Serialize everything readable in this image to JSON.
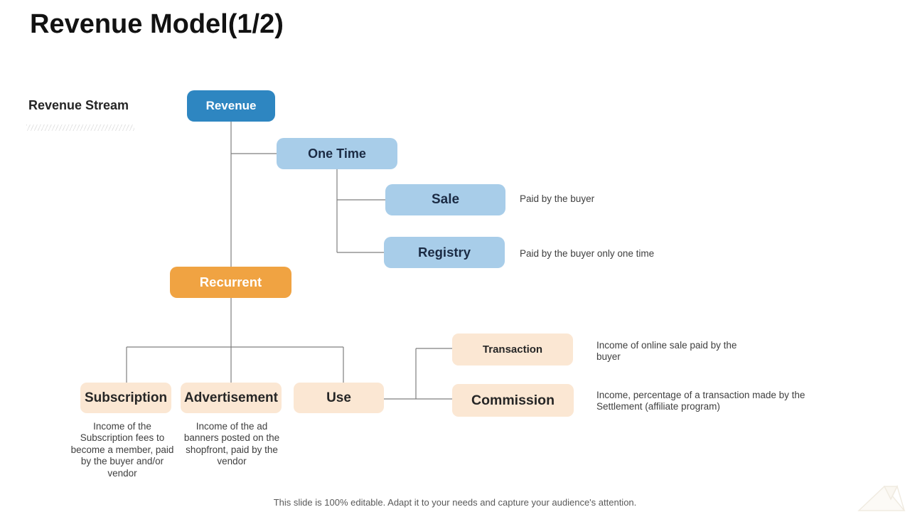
{
  "slide": {
    "title": "Revenue Model(1/2)",
    "sidebar_label": "Revenue Stream",
    "footer": "This slide is 100% editable. Adapt it to your needs and capture your audience's attention."
  },
  "colors": {
    "root_node": "#2E86C1",
    "one_time_branch": "#A8CDE9",
    "recurrent_node": "#F0A342",
    "recurrent_branch": "#FBE7D3",
    "connector_line": "#7f7f7f",
    "note_text": "#3f3f3f"
  },
  "nodes": {
    "revenue": {
      "label": "Revenue",
      "children": [
        "one_time",
        "recurrent"
      ]
    },
    "one_time": {
      "label": "One Time",
      "children": [
        "sale",
        "registry"
      ]
    },
    "sale": {
      "label": "Sale",
      "note": "Paid by the buyer"
    },
    "registry": {
      "label": "Registry",
      "note": "Paid by the buyer only one time"
    },
    "recurrent": {
      "label": "Recurrent",
      "children": [
        "subscription",
        "advertisement",
        "use"
      ]
    },
    "subscription": {
      "label": "Subscription",
      "note": "Income of the Subscription fees to become a member, paid by the buyer and/or vendor"
    },
    "advertisement": {
      "label": "Advertisement",
      "note": "Income of the ad banners posted on the shopfront, paid by the vendor"
    },
    "use": {
      "label": "Use",
      "children": [
        "transaction",
        "commission"
      ]
    },
    "transaction": {
      "label": "Transaction",
      "note": "Income of online sale paid by the buyer"
    },
    "commission": {
      "label": "Commission",
      "note": "Income, percentage of a transaction made by the Settlement (affiliate program)"
    }
  }
}
